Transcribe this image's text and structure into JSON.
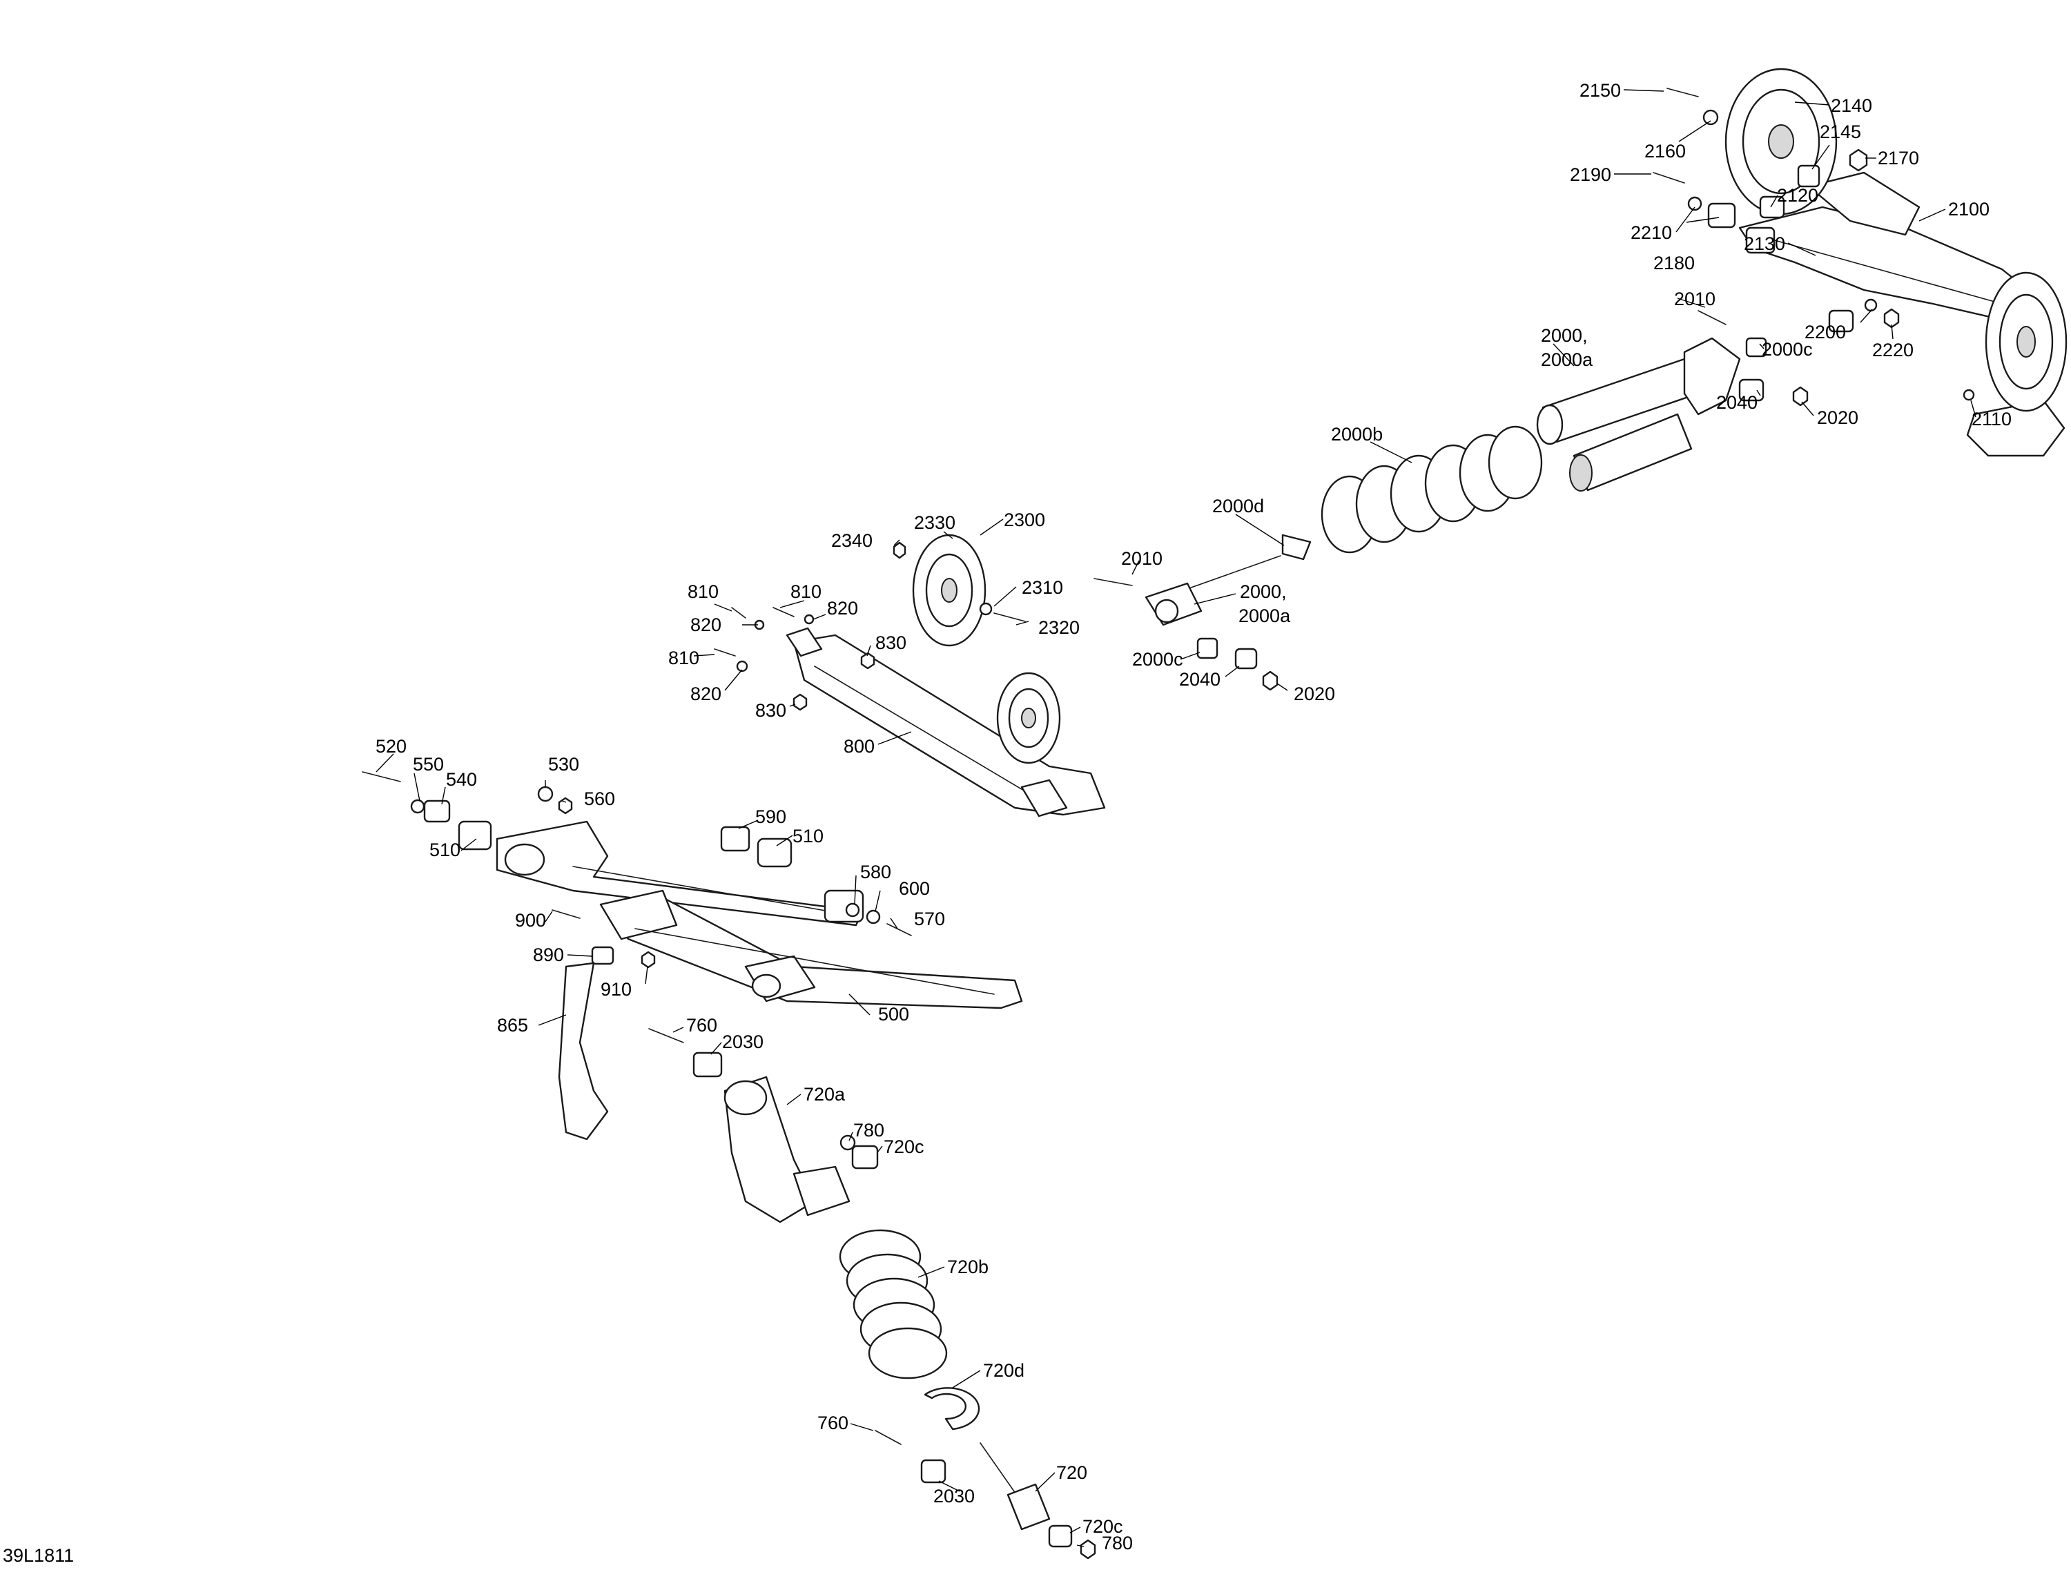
{
  "drawing_code": "39L1811",
  "callouts": [
    {
      "id": "2150",
      "text": "2150"
    },
    {
      "id": "2140",
      "text": "2140"
    },
    {
      "id": "2145",
      "text": "2145"
    },
    {
      "id": "2170",
      "text": "2170"
    },
    {
      "id": "2160",
      "text": "2160"
    },
    {
      "id": "2190",
      "text": "2190"
    },
    {
      "id": "2120",
      "text": "2120"
    },
    {
      "id": "2100",
      "text": "2100"
    },
    {
      "id": "2210",
      "text": "2210"
    },
    {
      "id": "2180",
      "text": "2180"
    },
    {
      "id": "2130",
      "text": "2130"
    },
    {
      "id": "2010-top",
      "text": "2010"
    },
    {
      "id": "2200",
      "text": "2200"
    },
    {
      "id": "2220",
      "text": "2220"
    },
    {
      "id": "2000-top",
      "text": "2000,"
    },
    {
      "id": "2000a-top",
      "text": "2000a"
    },
    {
      "id": "2000c-top",
      "text": "2000c"
    },
    {
      "id": "2040-top",
      "text": "2040"
    },
    {
      "id": "2020-top",
      "text": "2020"
    },
    {
      "id": "2110",
      "text": "2110"
    },
    {
      "id": "2000b",
      "text": "2000b"
    },
    {
      "id": "2000d",
      "text": "2000d"
    },
    {
      "id": "2330",
      "text": "2330"
    },
    {
      "id": "2300",
      "text": "2300"
    },
    {
      "id": "2340",
      "text": "2340"
    },
    {
      "id": "2010-mid",
      "text": "2010"
    },
    {
      "id": "2310",
      "text": "2310"
    },
    {
      "id": "2320",
      "text": "2320"
    },
    {
      "id": "2000-mid",
      "text": "2000,"
    },
    {
      "id": "2000a-mid",
      "text": "2000a"
    },
    {
      "id": "810-a",
      "text": "810"
    },
    {
      "id": "810-b",
      "text": "810"
    },
    {
      "id": "820-a",
      "text": "820"
    },
    {
      "id": "820-b",
      "text": "820"
    },
    {
      "id": "830-a",
      "text": "830"
    },
    {
      "id": "2000c-mid",
      "text": "2000c"
    },
    {
      "id": "2040-mid",
      "text": "2040"
    },
    {
      "id": "2020-mid",
      "text": "2020"
    },
    {
      "id": "810-c",
      "text": "810"
    },
    {
      "id": "820-c",
      "text": "820"
    },
    {
      "id": "830-b",
      "text": "830"
    },
    {
      "id": "800",
      "text": "800"
    },
    {
      "id": "520",
      "text": "520"
    },
    {
      "id": "550",
      "text": "550"
    },
    {
      "id": "540",
      "text": "540"
    },
    {
      "id": "530",
      "text": "530"
    },
    {
      "id": "560",
      "text": "560"
    },
    {
      "id": "510-a",
      "text": "510"
    },
    {
      "id": "590",
      "text": "590"
    },
    {
      "id": "510-b",
      "text": "510"
    },
    {
      "id": "580",
      "text": "580"
    },
    {
      "id": "600",
      "text": "600"
    },
    {
      "id": "570",
      "text": "570"
    },
    {
      "id": "900",
      "text": "900"
    },
    {
      "id": "890",
      "text": "890"
    },
    {
      "id": "910",
      "text": "910"
    },
    {
      "id": "500",
      "text": "500"
    },
    {
      "id": "865",
      "text": "865"
    },
    {
      "id": "760-a",
      "text": "760"
    },
    {
      "id": "2030-a",
      "text": "2030"
    },
    {
      "id": "720a",
      "text": "720a"
    },
    {
      "id": "780-a",
      "text": "780"
    },
    {
      "id": "720c-a",
      "text": "720c"
    },
    {
      "id": "720b",
      "text": "720b"
    },
    {
      "id": "720d",
      "text": "720d"
    },
    {
      "id": "760-b",
      "text": "760"
    },
    {
      "id": "720",
      "text": "720"
    },
    {
      "id": "2030-b",
      "text": "2030"
    },
    {
      "id": "720c-b",
      "text": "720c"
    },
    {
      "id": "780-b",
      "text": "780"
    }
  ]
}
